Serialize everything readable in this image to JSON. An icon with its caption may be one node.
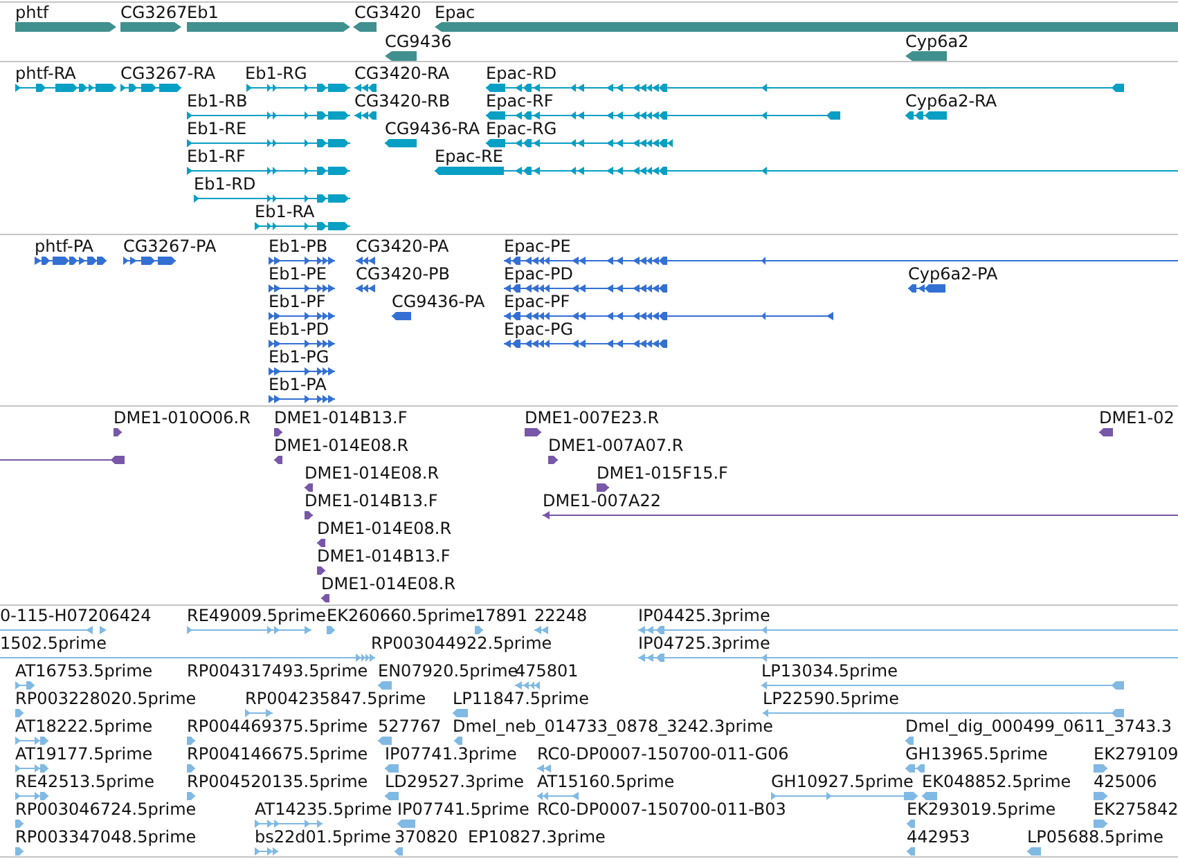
{
  "diagram": {
    "nodes": [
      {
        "text": [
          "phtf"
        ]
      },
      {
        "text": [
          "CG3267"
        ]
      },
      {
        "text": [
          "Eb1"
        ]
      },
      {
        "text": [
          "CG3420"
        ]
      },
      {
        "text": [
          "Epac"
        ]
      },
      {
        "text": [
          "CG9436"
        ]
      },
      {
        "text": [
          "Cyp6a2"
        ]
      },
      {
        "text": [
          "phtf-RA"
        ]
      },
      {
        "text": [
          "CG3267-RA"
        ]
      },
      {
        "text": [
          "Eb1-RG"
        ]
      },
      {
        "text": [
          "CG3420-RA"
        ]
      },
      {
        "text": [
          "Epac-RD"
        ]
      },
      {
        "text": [
          "Eb1-RB"
        ]
      },
      {
        "text": [
          "CG3420-RB"
        ]
      },
      {
        "text": [
          "Epac-RF"
        ]
      },
      {
        "text": [
          "Cyp6a2-RA"
        ]
      },
      {
        "text": [
          "Eb1-RE"
        ]
      },
      {
        "text": [
          "CG9436-RA"
        ]
      },
      {
        "text": [
          "Epac-RG"
        ]
      },
      {
        "text": [
          "Eb1-RF"
        ]
      },
      {
        "text": [
          "Epac-RE"
        ]
      },
      {
        "text": [
          "Eb1-RD"
        ]
      },
      {
        "text": [
          "Eb1-RA"
        ]
      },
      {
        "text": [
          "phtf-PA"
        ]
      },
      {
        "text": [
          "CG3267-PA"
        ]
      },
      {
        "text": [
          "Eb1-PB"
        ]
      },
      {
        "text": [
          "CG3420-PA"
        ]
      },
      {
        "text": [
          "Epac-PE"
        ]
      },
      {
        "text": [
          "Eb1-PE"
        ]
      },
      {
        "text": [
          "CG3420-PB"
        ]
      },
      {
        "text": [
          "Epac-PD"
        ]
      },
      {
        "text": [
          "Cyp6a2-PA"
        ]
      },
      {
        "text": [
          "Eb1-PF"
        ]
      },
      {
        "text": [
          "CG9436-PA"
        ]
      },
      {
        "text": [
          "Epac-PF"
        ]
      },
      {
        "text": [
          "Eb1-PD"
        ]
      },
      {
        "text": [
          "Epac-PG"
        ]
      },
      {
        "text": [
          "Eb1-PG"
        ]
      },
      {
        "text": [
          "Eb1-PA"
        ]
      },
      {
        "text": [
          "DME1-010O06.R"
        ]
      },
      {
        "text": [
          "DME1-014B13.F"
        ]
      },
      {
        "text": [
          "DME1-007E23.R"
        ]
      },
      {
        "text": [
          "DME1-02"
        ]
      },
      {
        "text": [],
        "shape": "bar"
      },
      {
        "text": [
          "DME1-014E08.R"
        ]
      },
      {
        "text": [
          "DME1-007A07.R"
        ]
      },
      {
        "text": [
          "DME1-014E08.R"
        ]
      },
      {
        "text": [
          "DME1-015F15.F"
        ]
      },
      {
        "text": [
          "DME1-014B13.F"
        ]
      },
      {
        "text": [
          "DME1-007A22"
        ]
      },
      {
        "text": [
          "DME1-014E08.R"
        ]
      },
      {
        "text": [
          "DME1-014B13.F"
        ]
      },
      {
        "text": [
          "DME1-014E08.R"
        ]
      },
      {
        "text": [
          "0-115-H07206424"
        ]
      },
      {
        "text": [
          "RE49009.5prime"
        ]
      },
      {
        "text": [
          "EK260660.5prime"
        ]
      },
      {
        "text": [
          "17891"
        ]
      },
      {
        "text": [
          "22248"
        ]
      },
      {
        "text": [
          "IP04425.3prime"
        ]
      },
      {
        "text": [
          "1502.5prime"
        ]
      },
      {
        "text": [
          "RP003044922.5prime"
        ]
      },
      {
        "text": [
          "IP04725.3prime"
        ]
      },
      {
        "text": [
          "AT16753.5prime"
        ]
      },
      {
        "text": [
          "RP004317493.5prime"
        ]
      },
      {
        "text": [
          "EN07920.5prime"
        ]
      },
      {
        "text": [
          "475801"
        ]
      },
      {
        "text": [
          "LP13034.5prime"
        ]
      },
      {
        "text": [
          "RP003228020.5prime"
        ]
      },
      {
        "text": [
          "RP004235847.5prime"
        ]
      },
      {
        "text": [
          "LP11847.5prime"
        ]
      },
      {
        "text": [
          "LP22590.5prime"
        ]
      },
      {
        "text": [
          "AT18222.5prime"
        ]
      },
      {
        "text": [
          "RP004469375.5prime"
        ]
      },
      {
        "text": [
          "527767"
        ]
      },
      {
        "text": [
          "Dmel_neb_014733_0878_3242.3prime"
        ]
      },
      {
        "text": [
          "Dmel_dig_000499_0611_3743.3"
        ]
      },
      {
        "text": [
          "AT19177.5prime"
        ]
      },
      {
        "text": [
          "RP004146675.5prime"
        ]
      },
      {
        "text": [
          "IP07741.3prime"
        ]
      },
      {
        "text": [
          "RC0-DP0007-150700-011-G06"
        ]
      },
      {
        "text": [
          "GH13965.5prime"
        ]
      },
      {
        "text": [
          "EK279109"
        ]
      },
      {
        "text": [
          "RE42513.5prime"
        ]
      },
      {
        "text": [
          "RP004520135.5prime"
        ]
      },
      {
        "text": [
          "LD29527.3prime"
        ]
      },
      {
        "text": [
          "AT15160.5prime"
        ]
      },
      {
        "text": [
          "GH10927.5prime"
        ]
      },
      {
        "text": [
          "EK048852.5prime"
        ]
      },
      {
        "text": [
          "425006"
        ]
      },
      {
        "text": [
          "RP003046724.5prime"
        ]
      },
      {
        "text": [
          "AT14235.5prime"
        ]
      },
      {
        "text": [
          "IP07741.5prime"
        ]
      },
      {
        "text": [
          "RC0-DP0007-150700-011-B03"
        ]
      },
      {
        "text": [
          "EK293019.5prime"
        ]
      },
      {
        "text": [
          "EK275842"
        ]
      },
      {
        "text": [
          "RP003347048.5prime"
        ]
      },
      {
        "text": [
          "bs22d01.5prime"
        ]
      },
      {
        "text": [
          "370820"
        ]
      },
      {
        "text": [
          "EP10827.3prime"
        ]
      },
      {
        "text": [
          "442953"
        ]
      },
      {
        "text": [
          "LP05688.5prime"
        ]
      }
    ]
  }
}
